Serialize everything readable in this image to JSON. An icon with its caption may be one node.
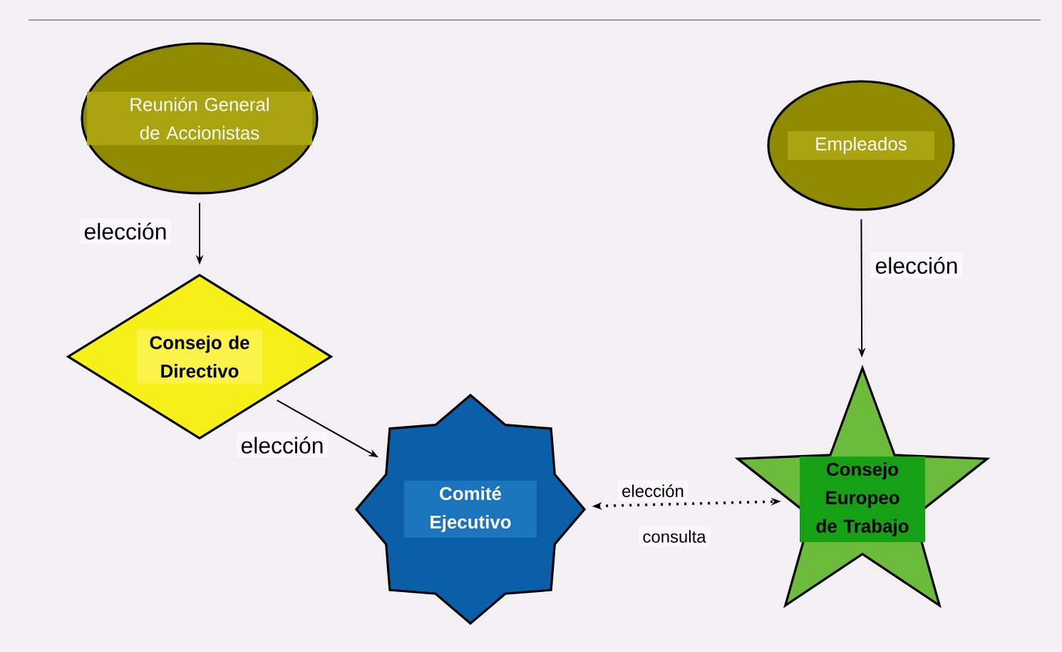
{
  "diagram": {
    "nodes": [
      {
        "text": [
          "Reunión General de Accionistas"
        ]
      },
      {
        "text": [
          "Empleados"
        ]
      },
      {
        "text": [
          "Consejo de Directivo"
        ]
      },
      {
        "text": [
          "Comité Ejecutivo"
        ]
      },
      {
        "text": [
          "Consejo Europeo de Trabajo"
        ]
      }
    ],
    "edges": [
      {
        "from": 0,
        "to": 2,
        "arrow": "to",
        "label": "elección"
      },
      {
        "from": 2,
        "to": 3,
        "arrow": "to",
        "label": "elección"
      },
      {
        "from": 1,
        "to": 4,
        "arrow": "to",
        "label": "elección"
      },
      {
        "from": 3,
        "to": 4,
        "arrow": "both",
        "label": "elección",
        "style": "dashed"
      }
    ],
    "labels": [
      "consulta"
    ]
  }
}
